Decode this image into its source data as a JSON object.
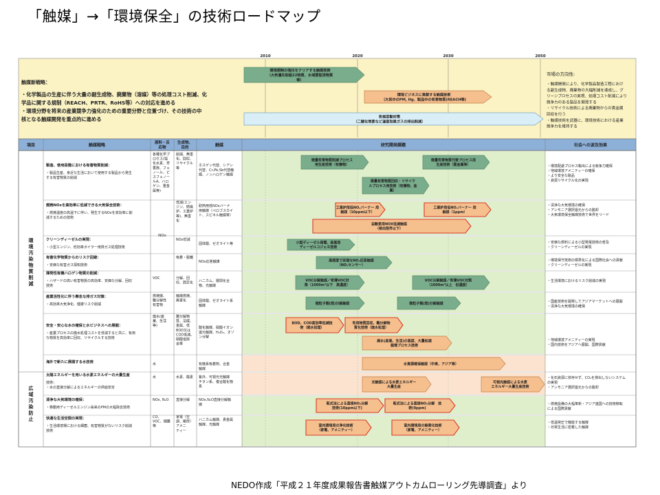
{
  "title": "「触媒」→「環境保全」の技術ロードマップ",
  "source": "NEDO作成「平成２１年度成果報告書触媒アウトカムローリング先導調査」より",
  "years": [
    "2010",
    "2020",
    "2030",
    "2050"
  ],
  "strategy": {
    "heading": "触媒新戦略：",
    "lines": [
      "・化学製品の生産に伴う大量の副生成物、廃棄物（溶媒）等の処理コスト削減、化",
      "学品に関する規制（REACH、PRTR、RoHS等）への対応を進める",
      "・環境分野を将来の産業競争力強化のための重要分野と位置づけ、その技術の中",
      "核となる触媒開発を重点的に進める"
    ]
  },
  "top_arrows": [
    {
      "lines": [
        "環境規制の強化をクリアする触媒技術",
        "（大気優先取組22物質、水域要監視物質",
        "等）"
      ]
    },
    {
      "lines": [
        "環境ビジネスに貢献する触媒技術",
        "（大気中のPM, Hg、製品中の有害物質(REACH等)"
      ]
    },
    {
      "lines": [
        "気候変動対策",
        "（二酸化炭素など温室効果ガスの排出削減）"
      ]
    }
  ],
  "direction": {
    "heading": "市場の方向性:",
    "lines": [
      "・触媒開発により、化学製品製造工程におけ",
      "る副生成物、廃棄物の大幅削減を達成し、グ",
      "リーンプロセスの実現、処理コスト削減により",
      "競争力のある製品を開発する",
      "・リサイクル技術による廃棄物からの貴金属",
      "回収を行う",
      "・触媒技術を武器に、環境技術における産業",
      "競争力を維持する"
    ]
  },
  "headers": {
    "item": "項目",
    "strategy": "触媒戦略",
    "material": "原料・反応物",
    "product": "生成物、目的",
    "catalyst": "触媒",
    "rd": "研究開発課題",
    "impact": "社会への波及効果"
  },
  "groups": [
    {
      "label": "環境汚染物質削減"
    },
    {
      "label": "広域汚染防止"
    }
  ],
  "rows": [
    {
      "title": "製造、使用段階における有害物質削減：",
      "desc": [
        "・製品生産、身近な生活において使用する製品から発生",
        "する有害物質の削減"
      ],
      "material": [
        "各種化学プ",
        "ロセス(塩",
        "化水素、芳",
        "香族、フェ",
        "ノール、ビ",
        "スフェノー",
        "ルA、ハロ",
        "ゲン、重金",
        "属等)"
      ],
      "product": [
        "削減、無害",
        "化、回収、",
        "リサイクル",
        "等"
      ],
      "catalyst": [
        "ホスゲン代替、シアン",
        "代替、Cr,Pb,Sb代替触",
        "媒、ノンハロゲン触媒"
      ],
      "impact": [
        "・環境配慮プロセス輸出による競争力確保",
        "・地域環境アメニティーの確保",
        "・より安全な製品",
        "・資源リサイクル化の実現"
      ]
    },
    {
      "title": "燃焼NOxを高効率に低減できる大気保全技術：",
      "desc": [
        "・燃焼温度の高温下に伴い、発生するNOxを高効率に削",
        "減するための技術"
      ],
      "material": [],
      "product": [
        "低減(エン",
        "ジン、燃焼",
        "炉、工業炉",
        "等)、無害",
        "化"
      ],
      "catalyst": [
        "耐熱用低NOxバーナ",
        "用触媒（ペロブスカイ",
        "ト、スピネル触媒等）"
      ],
      "impact": [
        "・清浄な大気環境の確保",
        "・アンモニア選択還元からの脱却",
        "・大気環境保全触媒技術で世界をリード"
      ]
    },
    {
      "title": "クリーンディーゼルの実現：",
      "desc": [
        "・小型エンジン、低効率ボイラー用排ガス処理技術"
      ],
      "material": [],
      "product": [
        "NOx低減"
      ],
      "catalyst": [
        "固体酸、ゼオライト等"
      ],
      "impact": [
        "・安価な燃料による小型発電技術の普及",
        "・クリーンディーゼルの実現"
      ]
    },
    {
      "title": "有害化学物質からのリスク回避：",
      "desc": [
        "・安価な有害ガス探知技術"
      ],
      "material": [],
      "product": [
        "吸着・脱離"
      ],
      "catalyst": [
        "NOx応答触媒"
      ],
      "impact": [
        "・環境保守技術の標準化による国際社会への貢献",
        "・クリーンディーゼルの実現"
      ]
    },
    {
      "title": "揮発性有機ハロゲン物質の削減：",
      "desc": [
        "・ハザードの高い有害物質の高効率、安価な分解、回収",
        "技術"
      ],
      "material": [
        "VOC"
      ],
      "product": [
        "分解、回",
        "収、固定化"
      ],
      "catalyst": [
        "ハニカム、層間化合",
        "物、光触媒"
      ],
      "impact": [
        "・生活環境におけるリスク削減の実現"
      ]
    },
    {
      "title": "産業活性化に伴う懸念な排ガス対策：",
      "desc": [
        "・高効率大気浄化、健康リスク削減"
      ],
      "material": [
        "燃焼媒、",
        "難分解性",
        "有害物"
      ],
      "product": [
        "触媒燃焼、",
        "無害化"
      ],
      "catalyst": [
        "固体酸、ゼオライト系",
        "触媒"
      ],
      "impact": [
        "・国産技術を開発してアジアマーケットへの展開",
        "・清浄な大気環境の確保"
      ]
    },
    {
      "title": "安全・安心な水の確保と水ビジネスへの展開：",
      "desc": [
        "・産業プロセスの廃水処理コストを低減すると共に、有用",
        "な物質を高効率に回収、リサイクルする技術"
      ],
      "material": [
        "廃水(産",
        "業、生活",
        "等)"
      ],
      "product": [
        "難分解物",
        "質、溶媒、",
        "金属、低",
        "BOD又は",
        "COD低減、",
        "硝酸塩除",
        "去等"
      ],
      "catalyst": [
        "酸化触媒、硝酸イオン",
        "還元触媒、H₂O₂、オゾ",
        "ン分解"
      ],
      "impact": [
        "・地域環境アメニティーの実現",
        "・国内技術をアジアへ展開、国際貢献"
      ]
    },
    {
      "title": "海外で新たに展開する水技術",
      "desc": [],
      "material": [
        "水"
      ],
      "product": [],
      "catalyst": [
        "有機系吸着剤、合金",
        "触媒"
      ],
      "impact": []
    },
    {
      "title": "太陽エネルギーを用いる水素エネルギーの大量生産",
      "desc": [
        "技術：",
        "・水の直接分解によるエネルギーの供給安定"
      ],
      "material": [
        "水"
      ],
      "product": [
        "水素、酸素"
      ],
      "catalyst": [
        "紫外、可視光光触媒",
        "チタン系、複合酸化物",
        "系"
      ],
      "impact": [
        "・化石資源に依存せず、CO₂を排出しないシステム",
        "の実現",
        "・アンモニア選択還元からの脱却"
      ]
    },
    {
      "title": "清浄な大気環境の確保：",
      "desc": [
        "・移動用ディーゼルエンジン由来のPMの大幅除去技術"
      ],
      "material": [
        "NOx, N₂O"
      ],
      "product": [
        "直接分解"
      ],
      "catalyst": [
        "NOx,N₂O直接分解触",
        "媒"
      ],
      "impact": [
        "・燃焼設備の大幅革新・アジア諸国への技術移転",
        "による国際貢献"
      ]
    },
    {
      "title": "快適な生活空間の実現：",
      "desc": [
        "・生活環境場における細菌、有害物質がないリスク削減",
        "技術"
      ],
      "material": [
        "CO、",
        "VOC、細菌",
        "等"
      ],
      "product": [
        "家電（空",
        "調、暖房）",
        "アメニ",
        "ティー"
      ],
      "catalyst": [
        "ハニカム触媒、貴金属",
        "触媒、光触媒"
      ],
      "impact": [
        "・低温常圧で機能する触媒",
        "・日常生活に密着した触媒"
      ]
    }
  ],
  "nox_label": "NOx",
  "bars": [
    {
      "lines": [
        "微量有害物質削減プロセス",
        "用生産技術（有機物）"
      ]
    },
    {
      "lines": [
        "微量有害物質代替プロセス用",
        "生産技術（重金属等）"
      ]
    },
    {
      "lines": [
        "微量有害物質回収・リサイク",
        "ルプロセス用技術（有機物、金",
        "属）"
      ]
    },
    {
      "lines": [
        "工業炉用低NOₓバーナー 用",
        "触媒（10ppm以下）"
      ]
    },
    {
      "lines": [
        "工業炉用低NOₓバーナー 用",
        "触媒（1ppm）"
      ]
    },
    {
      "lines": [
        "自動車用NOX低減触媒",
        "（検出限界以下）"
      ]
    },
    {
      "lines": [
        "小型ディーゼル発電、産業用",
        "ディーゼルコジェネ技術"
      ]
    },
    {
      "lines": [
        "高感度で安価なNOₓ応答触媒",
        "（NOₓセンサー）"
      ]
    },
    {
      "lines": [
        "VOC分解触媒／希薄VOC対",
        "策（1000m³以下　高濃度）"
      ]
    },
    {
      "lines": [
        "VOC分解触媒／希薄VOC対策",
        "（1000m³以上　低濃度）"
      ]
    },
    {
      "lines": [
        "微粒子類(煤)分解触媒"
      ]
    },
    {
      "lines": [
        "微粒子類(煤)分解触媒"
      ]
    },
    {
      "lines": [
        "BOD、COD高効率低減技",
        "術（廃水処理）"
      ]
    },
    {
      "lines": [
        "有用物質回収、難分解物",
        "質化技術（廃水処理）"
      ]
    },
    {
      "lines": [
        "廃水(産業、生活)の高度、大量処理",
        "循環プロセス技術"
      ]
    },
    {
      "lines": [
        "水資源確保触媒（中東、アジア等）"
      ]
    },
    {
      "lines": [
        "光触媒による水素エネルギー",
        "大量生産"
      ]
    },
    {
      "lines": [
        "可視光触媒による水素",
        "エネルギー大量生産技術"
      ]
    },
    {
      "lines": [
        "乾式法による直接NO₂分解",
        "技術(10ppm以下)"
      ]
    },
    {
      "lines": [
        "乾式法による直接NO₂分解　技",
        "術(0ppm)"
      ]
    },
    {
      "lines": [
        "室内環境用の浄化技術",
        "（家電、アメニティー）"
      ]
    },
    {
      "lines": [
        "室内環境用の無害化技術",
        "（家電、アメニティー）"
      ]
    }
  ],
  "colors": {
    "top_band": "#fbf3c4",
    "header_band": "#8db0d8",
    "rd_fill": "#dfeecb",
    "water_fill": "#fbe3cf",
    "arrow_green": "#79ad8c",
    "arrow_red_border": "#d93a2a",
    "arrow_orange": "#f6bf8e",
    "arrow_light_blue": "#d9eef6"
  }
}
